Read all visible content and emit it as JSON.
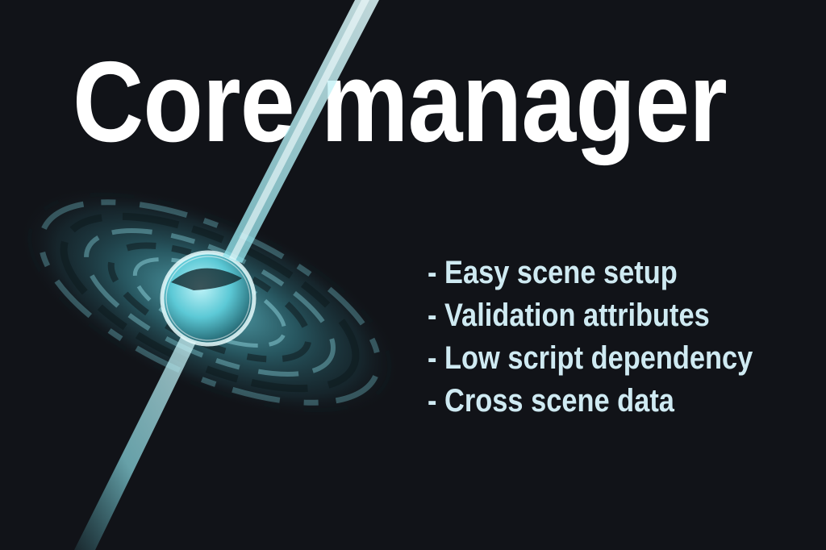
{
  "title": "Core manager",
  "features": [
    "- Easy scene setup",
    "- Validation attributes",
    "- Low script dependency",
    "- Cross scene data"
  ],
  "colors": {
    "background": "#111318",
    "title": "#ffffff",
    "features": "#cfeaf2",
    "accent": "#5fc8d4"
  }
}
